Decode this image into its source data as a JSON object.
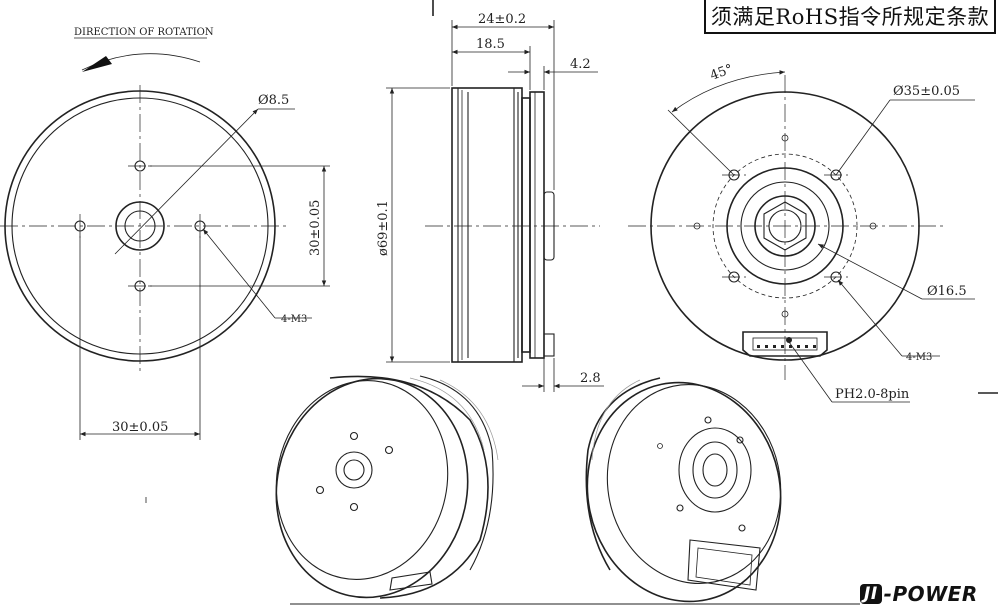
{
  "notice": "须满足RoHS指令所规定条款",
  "brand": {
    "mark": "JI",
    "suffix": "-POWER"
  },
  "front_view": {
    "rotation_label": "DIRECTION OF ROTATION",
    "shaft_dia": "Ø8.5",
    "vertical_spacing": "30±0.05",
    "horizontal_spacing": "30±0.05",
    "hole_callout": "4-M3"
  },
  "side_view": {
    "overall_length": "24±0.2",
    "body_length": "18.5",
    "boss_length": "4.2",
    "connector_offset": "2.8",
    "diameter": "ø69±0.1"
  },
  "rear_view": {
    "angle": "45°",
    "bolt_circle": "Ø35±0.05",
    "hub_dia": "Ø16.5",
    "hole_callout": "4-M3",
    "connector": "PH2.0-8pin"
  }
}
